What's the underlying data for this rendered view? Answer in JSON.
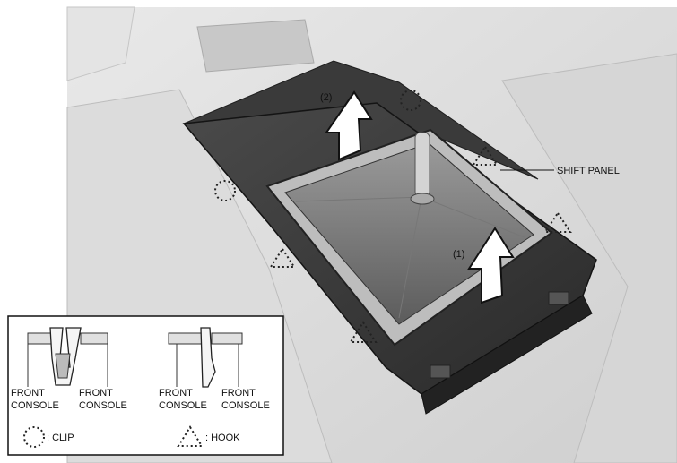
{
  "callouts": {
    "step1": "(1)",
    "step2": "(2)",
    "shift_panel": "SHIFT PANEL"
  },
  "legend": {
    "clip_left": {
      "left_label": "FRONT\nCONSOLE",
      "right_label": "FRONT\nCONSOLE"
    },
    "hook_right": {
      "left_label": "FRONT\nCONSOLE",
      "right_label": "FRONT\nCONSOLE"
    },
    "left_label_1": "FRONT",
    "left_label_2": "CONSOLE",
    "right_label_1": "FRONT",
    "right_label_2": "CONSOLE",
    "hook_left_label_1": "FRONT",
    "hook_left_label_2": "CONSOLE",
    "hook_right_label_1": "FRONT",
    "hook_right_label_2": "CONSOLE",
    "clip_key": ": CLIP",
    "hook_key": ": HOOK"
  }
}
